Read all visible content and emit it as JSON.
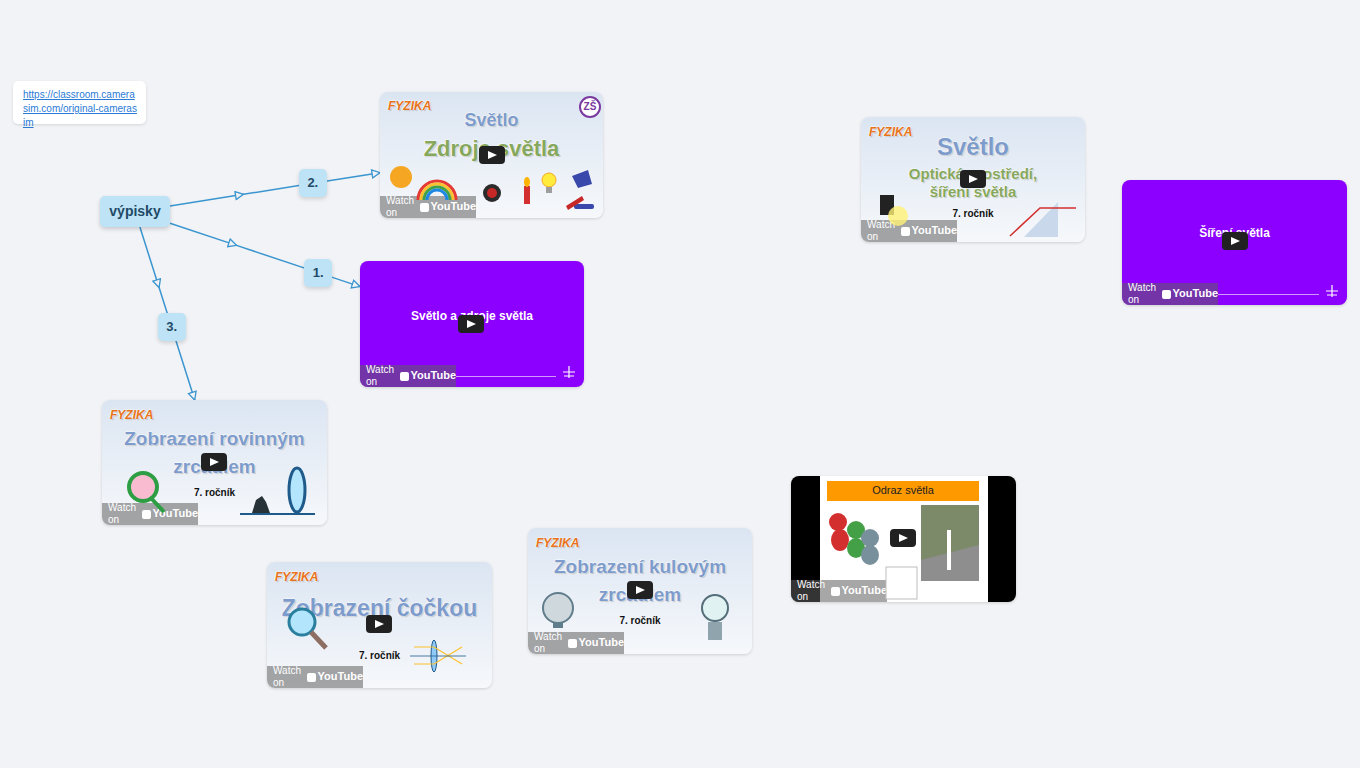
{
  "diagram": {
    "nodes": [
      {
        "text": [
          "https://classroom.camerasim.com/original-camerasim"
        ]
      },
      {
        "text": [
          "výpisky"
        ]
      },
      {
        "text": [
          "FYZIKA",
          "Světlo",
          "Zdroje světla",
          "ZŠ",
          "Watch on",
          "YouTube"
        ]
      },
      {
        "text": [
          "FYZIKA",
          "Světlo",
          "Optická prostředí, šíření světla",
          "7. ročník",
          "Watch on",
          "YouTube"
        ]
      },
      {
        "text": [
          "Šíření světla",
          "Watch on",
          "YouTube"
        ]
      },
      {
        "text": [
          "Světlo a zdroje světla",
          "Watch on",
          "YouTube"
        ]
      },
      {
        "text": [
          "FYZIKA",
          "Zobrazení rovinným zrcadlem",
          "7. ročník",
          "Watch on",
          "YouTube"
        ]
      },
      {
        "text": [
          "Odraz světla",
          "Watch on",
          "YouTube"
        ]
      },
      {
        "text": [
          "FYZIKA",
          "Zobrazení kulovým zrcadlem",
          "7. ročník",
          "Watch on",
          "YouTube"
        ]
      },
      {
        "text": [
          "FYZIKA",
          "Zobrazení čočkou",
          "7. ročník",
          "Watch on",
          "YouTube"
        ]
      }
    ],
    "edges": [
      {
        "from": 1,
        "to": 5,
        "label": "1.",
        "arrow": "to"
      },
      {
        "from": 1,
        "to": 2,
        "label": "2.",
        "arrow": "to"
      },
      {
        "from": 1,
        "to": 6,
        "label": "3.",
        "arrow": "to"
      }
    ]
  }
}
